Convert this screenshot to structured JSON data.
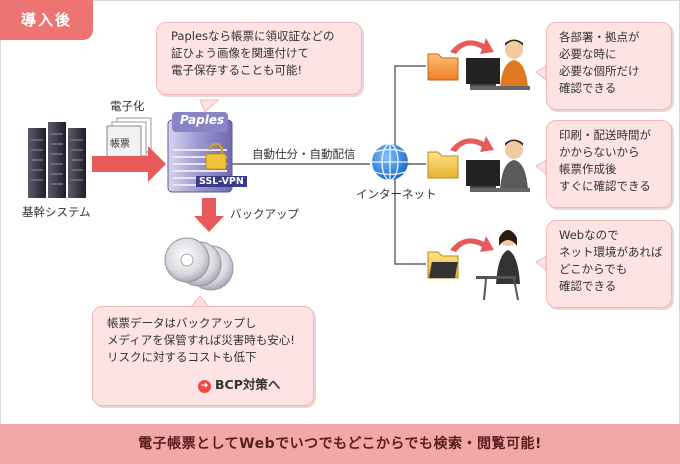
{
  "header": {
    "tag": "導入後"
  },
  "callouts": {
    "paples_note": {
      "line1": "Paplesなら帳票に領収証などの",
      "line2": "証ひょう画像を関連付けて",
      "line3": "電子保存することも可能!"
    },
    "backup_note": {
      "line1": "帳票データはバックアップし",
      "line2": "メディアを保管すれば災害時も安心!",
      "line3": "リスクに対するコストも低下"
    },
    "user1": {
      "line1": "各部署・拠点が",
      "line2": "必要な時に",
      "line3": "必要な個所だけ",
      "line4": "確認できる"
    },
    "user2": {
      "line1": "印刷・配送時間が",
      "line2": "かからないから",
      "line3": "帳票作成後",
      "line4": "すぐに確認できる"
    },
    "user3": {
      "line1": "Webなので",
      "line2": "ネット環境があれば",
      "line3": "どこからでも",
      "line4": "確認できる"
    }
  },
  "labels": {
    "digitize": "電子化",
    "form_doc": "帳票",
    "core_system": "基幹システム",
    "paples_logo": "Paples",
    "ssl_vpn": "SSL-VPN",
    "auto_dist": "自動仕分・自動配信",
    "internet": "インターネット",
    "backup": "バックアップ"
  },
  "bcp_link": "BCP対策へ",
  "footer": "電子帳票としてWebでいつでもどこからでも検索・閲覧可能!",
  "colors": {
    "accent": "#ee7373",
    "callout_bg": "#fde3e3",
    "footer_bg": "#f3a8a8",
    "arrow": "#e85a5a"
  }
}
